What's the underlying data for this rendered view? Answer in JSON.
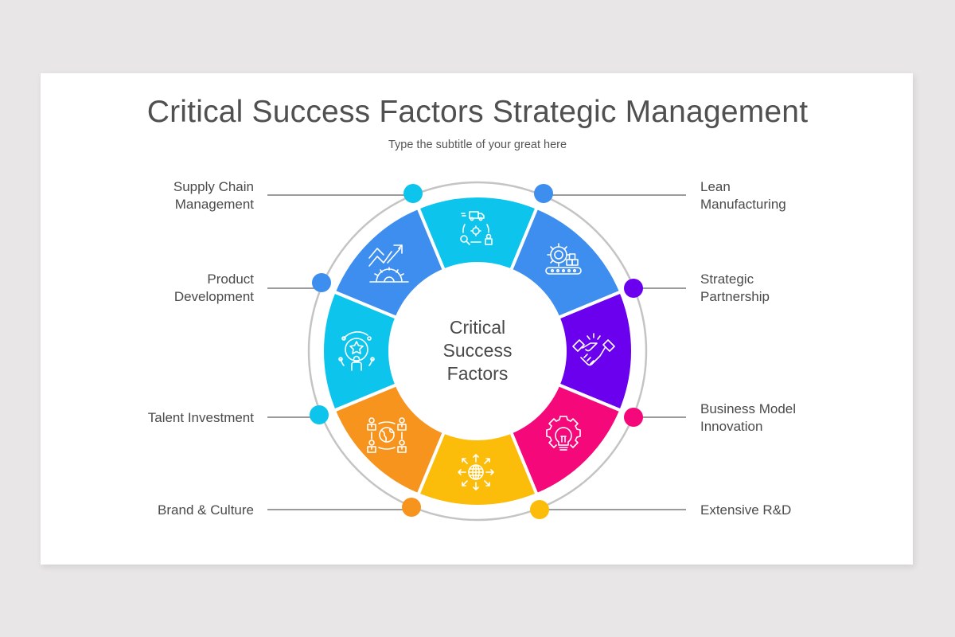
{
  "slide": {
    "title": "Critical Success Factors Strategic Management",
    "subtitle": "Type the subtitle of your great here",
    "center": {
      "line1": "Critical",
      "line2": "Success",
      "line3": "Factors"
    }
  },
  "colors": {
    "background": "#E8E6E7",
    "card": "#FFFFFF",
    "cyan": "#0DC5EC",
    "blue": "#3D8EEE",
    "purple": "#6A00EE",
    "pink": "#F5087A",
    "yellow": "#FBBD0A",
    "orange": "#F7941E",
    "ring": "#C4C4C4",
    "connector": "#7A7A7A",
    "text": "#4A4A4A"
  },
  "factors": [
    {
      "id": "supply-chain",
      "label_line1": "Supply Chain",
      "label_line2": "Management",
      "side": "left",
      "color": "#0DC5EC",
      "icon": "supply-chain-icon"
    },
    {
      "id": "lean-manufacturing",
      "label_line1": "Lean",
      "label_line2": "Manufacturing",
      "side": "right",
      "color": "#3D8EEE",
      "icon": "gear-conveyor-icon"
    },
    {
      "id": "strategic-partnership",
      "label_line1": "Strategic",
      "label_line2": "Partnership",
      "side": "right",
      "color": "#6A00EE",
      "icon": "handshake-icon"
    },
    {
      "id": "business-model-innovation",
      "label_line1": "Business Model",
      "label_line2": "Innovation",
      "side": "right",
      "color": "#F5087A",
      "icon": "lightbulb-gear-icon"
    },
    {
      "id": "extensive-rnd",
      "label_line1": "Extensive R&D",
      "label_line2": "",
      "side": "right",
      "color": "#FBBD0A",
      "icon": "globe-arrows-icon"
    },
    {
      "id": "brand-culture",
      "label_line1": "Brand & Culture",
      "label_line2": "",
      "side": "left",
      "color": "#F7941E",
      "icon": "people-globe-icon"
    },
    {
      "id": "talent-investment",
      "label_line1": "Talent Investment",
      "label_line2": "",
      "side": "left",
      "color": "#0DC5EC",
      "icon": "star-person-icon"
    },
    {
      "id": "product-development",
      "label_line1": "Product",
      "label_line2": "Development",
      "side": "left",
      "color": "#3D8EEE",
      "icon": "growth-gear-icon"
    }
  ]
}
